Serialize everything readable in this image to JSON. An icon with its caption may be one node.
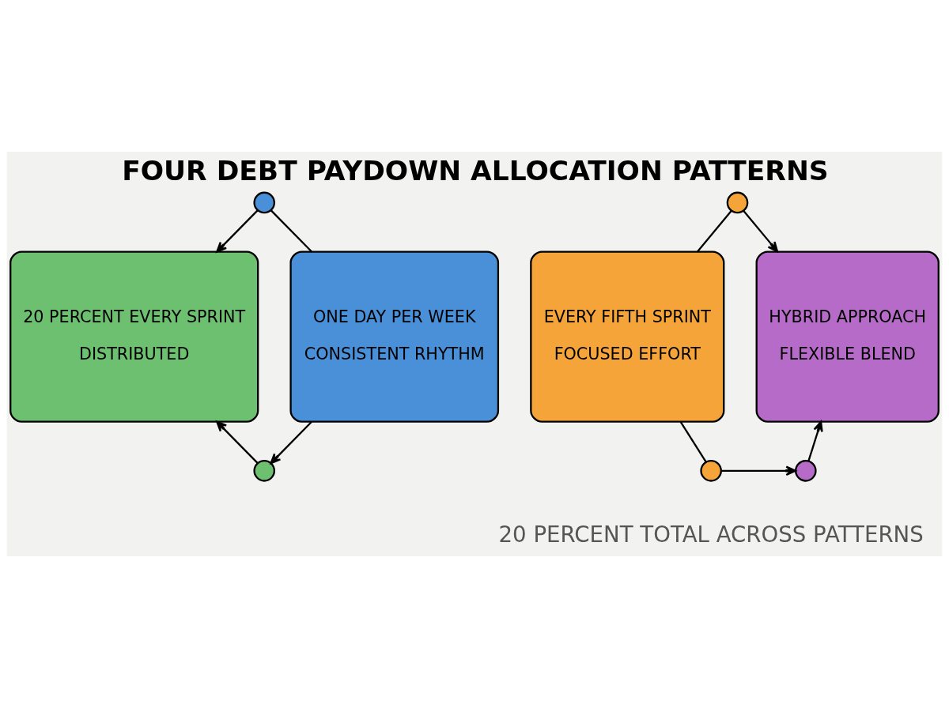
{
  "diagram": {
    "title": "FOUR DEBT PAYDOWN ALLOCATION PATTERNS",
    "caption": "20 PERCENT TOTAL ACROSS PATTERNS",
    "nodes": [
      {
        "text": [],
        "shape": "circle"
      },
      {
        "text": [],
        "shape": "circle"
      },
      {
        "text": [
          "ONE DAY PER WEEK",
          "CONSISTENT RHYTHM"
        ]
      },
      {
        "text": [
          "20 PERCENT EVERY SPRINT",
          "DISTRIBUTED"
        ]
      },
      {
        "text": [
          "EVERY FIFTH SPRINT",
          "FOCUSED EFFORT"
        ]
      },
      {
        "text": [
          "HYBRID APPROACH",
          "FLEXIBLE BLEND"
        ]
      },
      {
        "text": [],
        "shape": "circle"
      },
      {
        "text": [],
        "shape": "circle"
      },
      {
        "text": [],
        "shape": "circle"
      }
    ],
    "edges": [
      {
        "from": 2,
        "to": 0,
        "arrow": "none"
      },
      {
        "from": 0,
        "to": 3,
        "arrow": "to"
      },
      {
        "from": 4,
        "to": 1,
        "arrow": "none"
      },
      {
        "from": 1,
        "to": 5,
        "arrow": "to"
      },
      {
        "from": 2,
        "to": 6,
        "arrow": "to"
      },
      {
        "from": 6,
        "to": 3,
        "arrow": "to"
      },
      {
        "from": 4,
        "to": 7,
        "arrow": "none"
      },
      {
        "from": 7,
        "to": 8,
        "arrow": "to"
      },
      {
        "from": 8,
        "to": 5,
        "arrow": "to"
      }
    ]
  }
}
